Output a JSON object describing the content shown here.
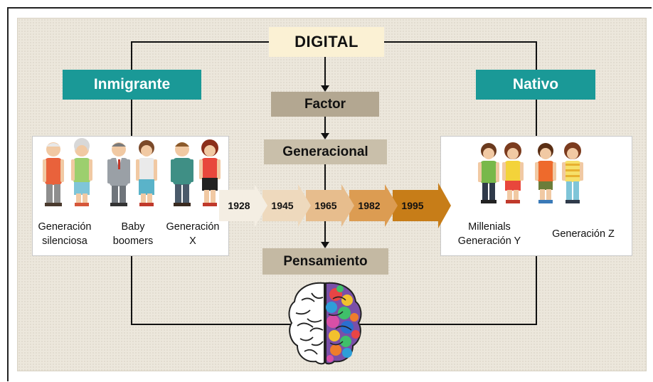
{
  "top_box": "DIGITAL",
  "center_boxes": {
    "factor": "Factor",
    "generacional": "Generacional",
    "pensamiento": "Pensamiento"
  },
  "left_heading": "Inmigrante",
  "right_heading": "Nativo",
  "left_generations": [
    {
      "line1": "Generación",
      "line2": "silenciosa"
    },
    {
      "line1": "Baby",
      "line2": "boomers"
    },
    {
      "line1": "Generación",
      "line2": "X"
    }
  ],
  "right_generations": [
    {
      "line1": "Millenials",
      "line2": "Generación Y"
    },
    {
      "line1": "Generación Z",
      "line2": ""
    }
  ],
  "timeline_years": [
    "1928",
    "1945",
    "1965",
    "1982",
    "1995"
  ],
  "colors": {
    "teal": "#1a9997",
    "panel": "#ece7dc",
    "digital_box": "#fbf1d4",
    "tan_box": "#b7ad98",
    "arrow_gradient": [
      "#f4eee3",
      "#eed9bd",
      "#e7bd8d",
      "#dc9c52",
      "#c77d18"
    ]
  },
  "icons": [
    "people-illustration",
    "brain-illustration"
  ]
}
